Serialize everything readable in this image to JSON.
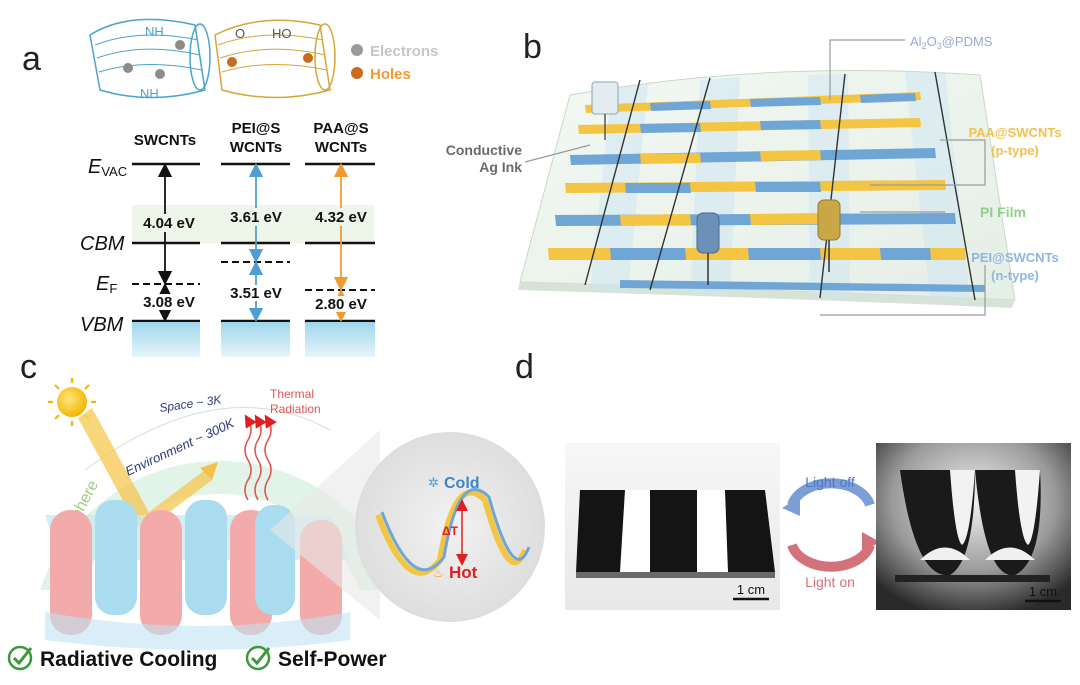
{
  "panels": {
    "a": "a",
    "b": "b",
    "c": "c",
    "d": "d"
  },
  "panel_a": {
    "legend": {
      "electrons": "Electrons",
      "holes": "Holes"
    },
    "molecules": {
      "nh_top": "NH",
      "nh_bottom": "NH",
      "o2": "O",
      "ho": "HO"
    },
    "columns": {
      "swcnts": "SWCNTs",
      "pei_line1": "PEI@S",
      "pei_line2": "WCNTs",
      "paa_line1": "PAA@S",
      "paa_line2": "WCNTs"
    },
    "levels": {
      "evac_main": "E",
      "evac_sub": "VAC",
      "cbm": "CBM",
      "ef_main": "E",
      "ef_sub": "F",
      "vbm": "VBM"
    },
    "values": {
      "swcnts_upper": "4.04 eV",
      "swcnts_lower": "3.08 eV",
      "pei_upper": "3.61 eV",
      "pei_lower": "3.51 eV",
      "paa_upper": "4.32 eV",
      "paa_lower": "2.80 eV"
    }
  },
  "panel_b": {
    "labels": {
      "al2o3_a": "Al",
      "al2o3_sub1": "2",
      "al2o3_b": "O",
      "al2o3_sub2": "3",
      "al2o3_c": "@PDMS",
      "ag_line1": "Conductive",
      "ag_line2": "Ag Ink",
      "paa_line1": "PAA@SWCNTs",
      "paa_line2": "(p-type)",
      "pi": "PI Film",
      "pei_line1": "PEI@SWCNTs",
      "pei_line2": "(n-type)"
    }
  },
  "panel_c": {
    "space": "Space ~ 3K",
    "thermal_line1": "Thermal",
    "thermal_line2": "Radiation",
    "atmosphere": "Atmosphere",
    "environment": "Environment ~ 300K",
    "cold": "Cold",
    "delta": "ΔT",
    "hot": "Hot",
    "radiative": "Radiative Cooling",
    "selfpower": "Self-Power"
  },
  "panel_d": {
    "light_off": "Light off",
    "light_on": "Light on",
    "scale_left": "1 cm",
    "scale_right": "1 cm"
  },
  "colors": {
    "blue": "#4d9ed3",
    "orange": "#f29a2e",
    "yellow": "#f4c542",
    "pale_blue": "#c8e8f3",
    "pink": "#f0a2a2",
    "green": "#3a9a3a"
  }
}
